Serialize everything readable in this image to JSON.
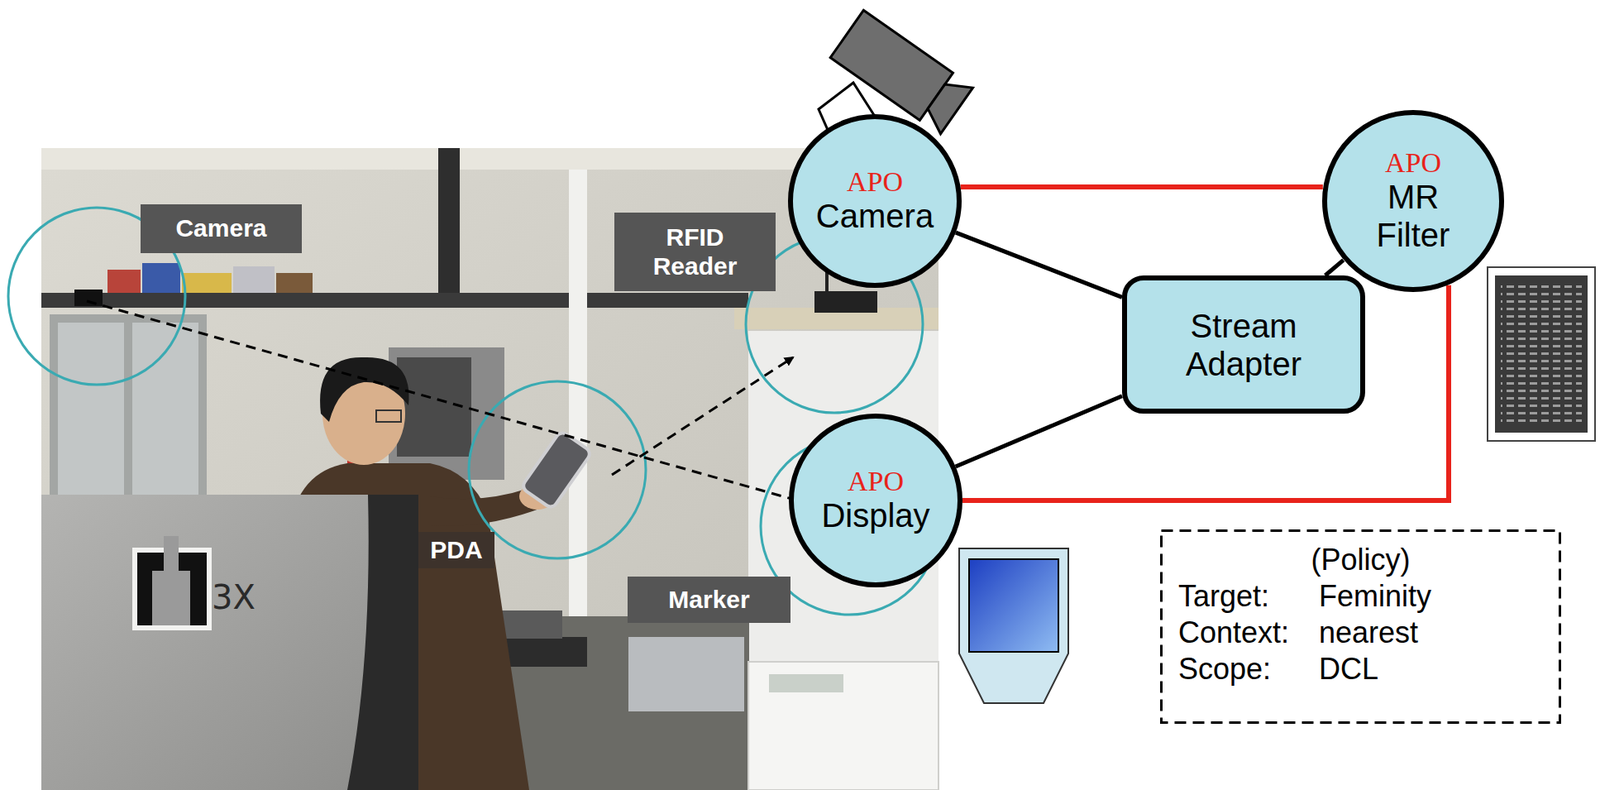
{
  "diagram": {
    "nodes": [
      {
        "text": [
          "Camera"
        ]
      },
      {
        "text": [
          "RFID Reader"
        ]
      },
      {
        "text": [
          "PDA"
        ]
      },
      {
        "text": [
          "Marker"
        ]
      },
      {
        "text": [
          "APO",
          "Camera"
        ]
      },
      {
        "text": [
          "APO",
          "MR Filter"
        ]
      },
      {
        "text": [
          "Stream Adapter"
        ]
      },
      {
        "text": [
          "APO",
          "Display"
        ]
      },
      {
        "text": [
          "(Policy)",
          "Target:",
          "Feminity",
          "Context:",
          "nearest",
          "Scope:",
          "DCL"
        ]
      }
    ],
    "edges": [
      {
        "from": 4,
        "to": 5,
        "arrow": "none"
      },
      {
        "from": 5,
        "to": 7,
        "arrow": "none"
      },
      {
        "from": 4,
        "to": 6,
        "arrow": "none"
      },
      {
        "from": 5,
        "to": 6,
        "arrow": "none"
      },
      {
        "from": 7,
        "to": 6,
        "arrow": "none"
      }
    ],
    "labels": [
      "3X"
    ]
  }
}
